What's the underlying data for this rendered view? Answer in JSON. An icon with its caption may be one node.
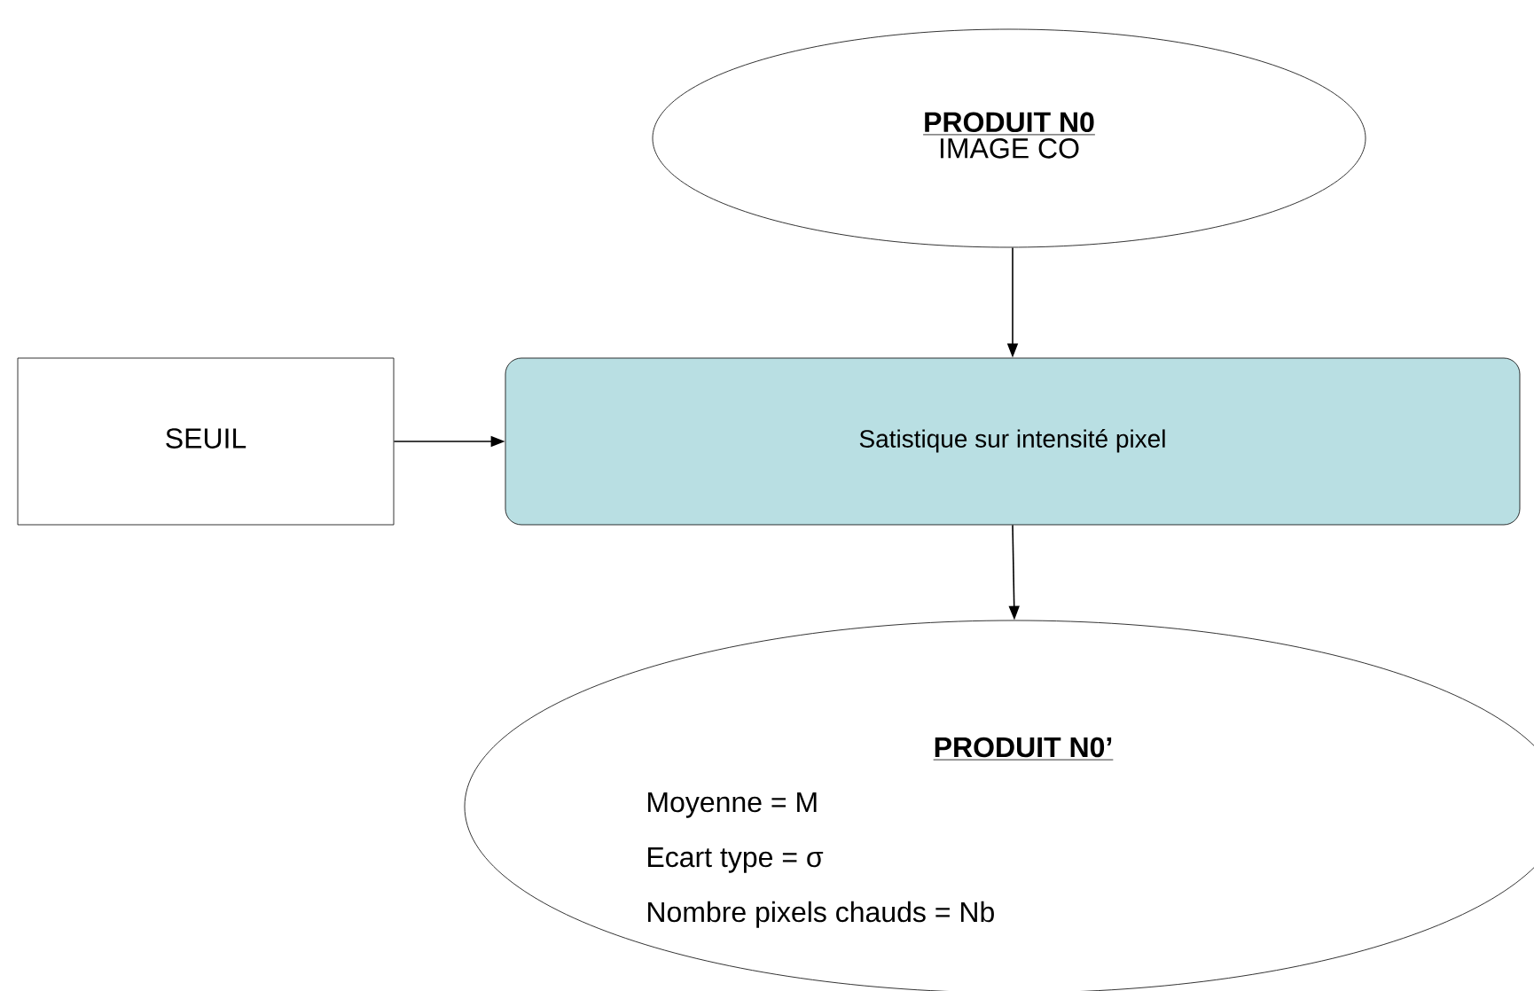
{
  "diagram": {
    "nodes": [
      {
        "text": [
          "PRODUIT N0",
          "IMAGE CO"
        ]
      },
      {
        "text": [
          "SEUIL"
        ]
      },
      {
        "text": [
          "Satistique sur intensité pixel"
        ]
      },
      {
        "text": [
          "PRODUIT N0’",
          "Moyenne = M",
          "Ecart type = σ",
          "Nombre pixels chauds = Nb"
        ]
      }
    ],
    "edges": [
      {
        "from": 0,
        "to": 2,
        "arrow": "to"
      },
      {
        "from": 1,
        "to": 2,
        "arrow": "to"
      },
      {
        "from": 2,
        "to": 3,
        "arrow": "to"
      }
    ]
  }
}
